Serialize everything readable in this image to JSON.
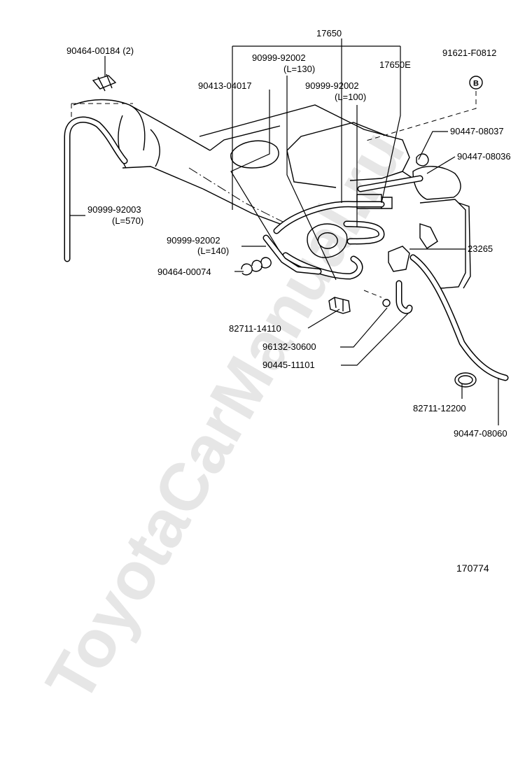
{
  "watermark": "ToyotaCarManual.ru",
  "part_numbers": {
    "p17650": "17650",
    "p17650e": "17650E",
    "p90999_92002_a": "90999-92002",
    "p90999_92002_a_len": "(L=130)",
    "p90999_92002_b": "90999-92002",
    "p90999_92002_b_len": "(L=100)",
    "p90999_92002_c": "90999-92002",
    "p90999_92002_c_len": "(L=140)",
    "p90999_92003": "90999-92003",
    "p90999_92003_len": "(L=570)",
    "p90464_00184": "90464-00184 (2)",
    "p90413_04017": "90413-04017",
    "p91621_f0812": "91621-F0812",
    "bolt_marker": "B",
    "p90447_08037": "90447-08037",
    "p90447_08036": "90447-08036",
    "p23265": "23265",
    "p90464_00074": "90464-00074",
    "p82711_14110": "82711-14110",
    "p96132_30600": "96132-30600",
    "p90445_11101": "90445-11101",
    "p82711_12200": "82711-12200",
    "p90447_08060": "90447-08060"
  },
  "diagram_number": "170774"
}
